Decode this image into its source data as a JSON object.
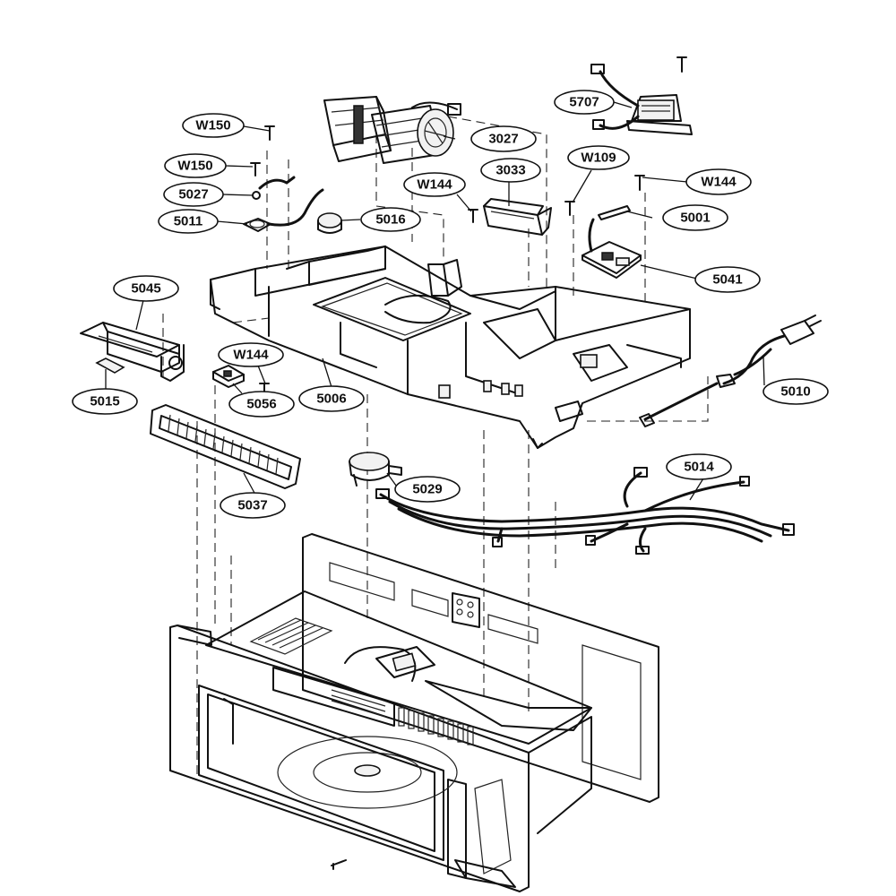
{
  "callouts": {
    "w150_top": "W150",
    "w150_mid": "W150",
    "p5027": "5027",
    "p5011": "5011",
    "p5016": "5016",
    "p3027": "3027",
    "p5707": "5707",
    "w144_mid": "W144",
    "p3033": "3033",
    "w109": "W109",
    "w144_right": "W144",
    "p5001": "5001",
    "p5041": "5041",
    "p5045": "5045",
    "w144_left": "W144",
    "p5015": "5015",
    "p5056": "5056",
    "p5006": "5006",
    "p5010": "5010",
    "p5014": "5014",
    "p5029": "5029",
    "p5037": "5037"
  }
}
